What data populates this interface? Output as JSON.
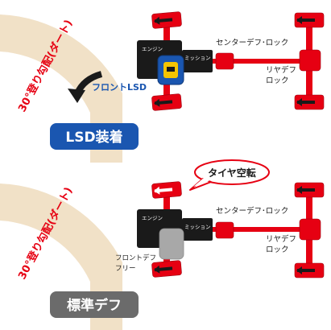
{
  "colors": {
    "red": "#e60012",
    "dark_red": "#b2000d",
    "black": "#1a1a1a",
    "slope_fill": "#f3e4cc",
    "slope_edge": "#e8d2ae",
    "lsd_badge": "#1a56b0",
    "lsd_unit": "#f5c400",
    "standard_badge": "#6b6b6b",
    "free_diff": "#a8a8a8"
  },
  "top_panel": {
    "slope_label": "30°登り勾配(ダート)",
    "engine_label": "エンジン",
    "mission_label": "ミッション",
    "center_diff_label": "センターデフ･ロック",
    "rear_diff_label_line1": "リヤデフ",
    "rear_diff_label_line2": "ロック",
    "front_diff_label": "フロントLSD",
    "badge_label": "LSD装着"
  },
  "bottom_panel": {
    "slope_label": "30°登り勾配(ダート)",
    "engine_label": "エンジン",
    "mission_label": "ミッション",
    "center_diff_label": "センターデフ･ロック",
    "rear_diff_label_line1": "リヤデフ",
    "rear_diff_label_line2": "ロック",
    "front_diff_label_line1": "フロントデフ",
    "front_diff_label_line2": "フリー",
    "spin_callout": "タイヤ空転",
    "badge_label": "標準デフ"
  }
}
